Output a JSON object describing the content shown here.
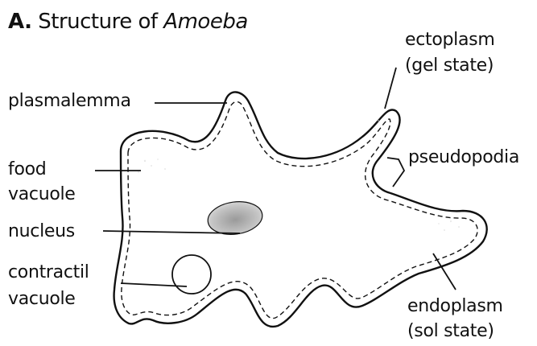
{
  "title": {
    "letter": "A.",
    "text": "Structure of",
    "genus": "Amoeba"
  },
  "labels": {
    "plasmalemma": "plasmalemma",
    "food_vacuole_line1": "food",
    "food_vacuole_line2": "vacuole",
    "nucleus": "nucleus",
    "contractile_line1": "contractil",
    "contractile_line2": "vacuole",
    "ectoplasm_line1": "ectoplasm",
    "ectoplasm_line2": "(gel state)",
    "pseudopodia": "pseudopodia",
    "endoplasm_line1": "endoplasm",
    "endoplasm_line2": "(sol state)"
  },
  "colors": {
    "ink": "#111111",
    "nucleus_fill": "#c9c9c9",
    "cytoplasm_stipple": "#e6e6e6"
  }
}
